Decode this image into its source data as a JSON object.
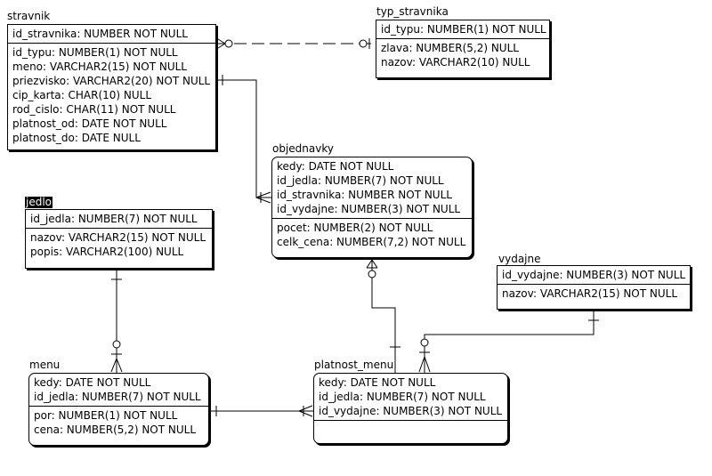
{
  "entities": {
    "stravnik": {
      "name": "stravnik",
      "pk": [
        "id_stravnika: NUMBER NOT NULL"
      ],
      "attrs": [
        "id_typu: NUMBER(1) NOT NULL",
        "meno: VARCHAR2(15) NOT NULL",
        "priezvisko: VARCHAR2(20) NOT NULL",
        "cip_karta: CHAR(10) NULL",
        "rod_cislo: CHAR(11) NOT NULL",
        "platnost_od: DATE NOT NULL",
        "platnost_do: DATE NULL"
      ]
    },
    "typ_stravnika": {
      "name": "typ_stravnika",
      "pk": [
        "id_typu: NUMBER(1) NOT NULL"
      ],
      "attrs": [
        "zlava: NUMBER(5,2) NULL",
        "nazov: VARCHAR2(10) NULL"
      ]
    },
    "objednavky": {
      "name": "objednavky",
      "pk": [
        "kedy: DATE NOT NULL",
        "id_jedla: NUMBER(7) NOT NULL",
        "id_stravnika: NUMBER NOT NULL",
        "id_vydajne: NUMBER(3) NOT NULL"
      ],
      "attrs": [
        "pocet: NUMBER(2) NOT NULL",
        "celk_cena: NUMBER(7,2) NOT NULL"
      ]
    },
    "jedlo": {
      "name": "jedlo",
      "pk": [
        "id_jedla: NUMBER(7) NOT NULL"
      ],
      "attrs": [
        "nazov: VARCHAR2(15) NOT NULL",
        "popis: VARCHAR2(100) NULL"
      ]
    },
    "vydajne": {
      "name": "vydajne",
      "pk": [
        "id_vydajne: NUMBER(3) NOT NULL"
      ],
      "attrs": [
        "nazov: VARCHAR2(15) NOT NULL"
      ]
    },
    "menu": {
      "name": "menu",
      "pk": [
        "kedy: DATE NOT NULL",
        "id_jedla: NUMBER(7) NOT NULL"
      ],
      "attrs": [
        "por: NUMBER(1) NOT NULL",
        "cena: NUMBER(5,2) NOT NULL"
      ]
    },
    "platnost_menu": {
      "name": "platnost_menu",
      "pk": [
        "kedy: DATE NOT NULL",
        "id_jedla: NUMBER(7) NOT NULL",
        "id_vydajne: NUMBER(3) NOT NULL"
      ],
      "attrs": []
    }
  }
}
